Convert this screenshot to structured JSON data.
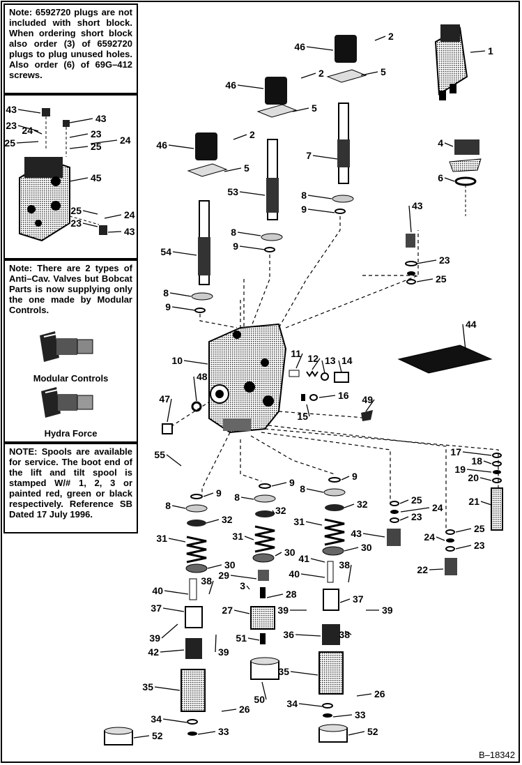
{
  "notes": {
    "plugs": "Note: 6592720 plugs are not included with short block. When ordering short block also order (3) of 6592720 plugs to plug unused holes. Also order (6) of 69G–412 screws.",
    "anticav": "Note: There are 2 types of Anti–Cav. Valves but Bobcat Parts is now supplying only the one made by Modular Controls.",
    "modular_label": "Modular Controls",
    "hydra_label": "Hydra Force",
    "spools": "NOTE: Spools are available for service. The boot end of the lift and tilt spool is stamped W/# 1, 2, 3 or painted red, green or black respectively. Reference SB Dated 17 July 1996."
  },
  "reference": "B–18342",
  "callouts": [
    "1",
    "2",
    "3",
    "4",
    "5",
    "6",
    "7",
    "8",
    "9",
    "10",
    "11",
    "12",
    "13",
    "14",
    "15",
    "16",
    "17",
    "18",
    "19",
    "20",
    "21",
    "22",
    "23",
    "24",
    "25",
    "26",
    "27",
    "28",
    "29",
    "30",
    "31",
    "32",
    "33",
    "34",
    "35",
    "36",
    "37",
    "38",
    "39",
    "40",
    "41",
    "42",
    "43",
    "44",
    "45",
    "46",
    "47",
    "48",
    "49",
    "50",
    "51",
    "52",
    "53",
    "54",
    "55"
  ]
}
